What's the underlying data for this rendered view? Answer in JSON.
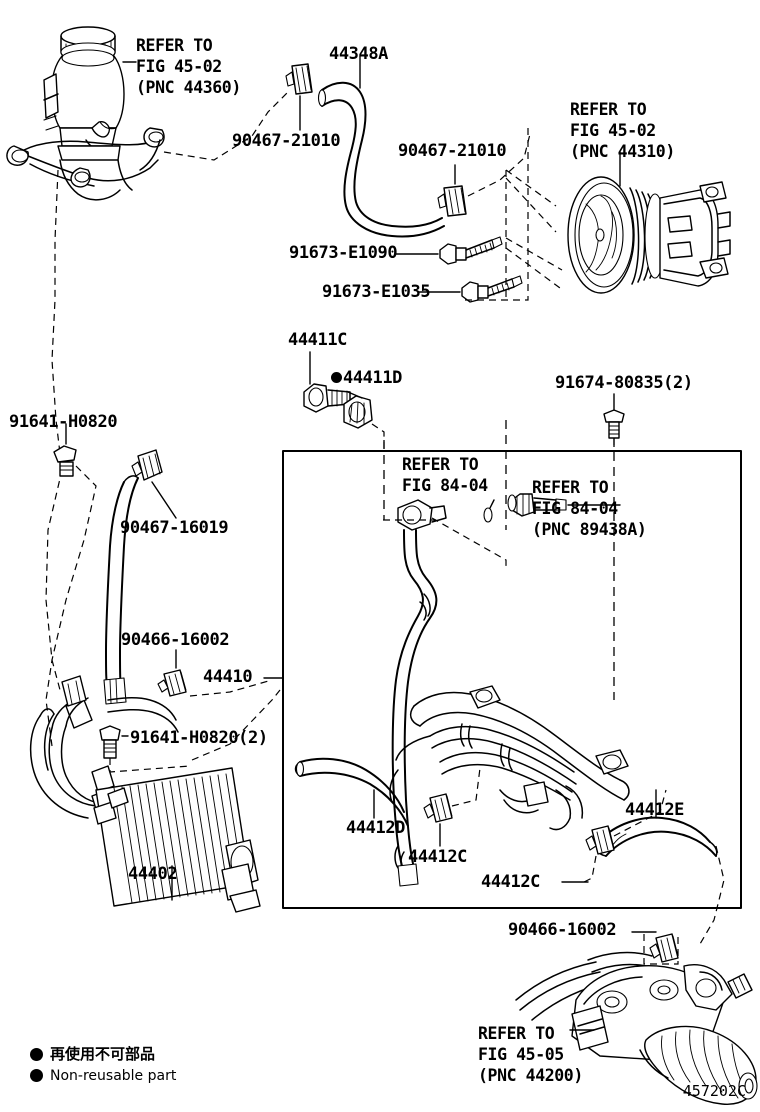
{
  "diagram": {
    "title": "Power Steering Tube / Oil Cooler",
    "figure_code": "457202C",
    "line_color": "#000000",
    "background_color": "#ffffff"
  },
  "labels": {
    "refer_reservoir": "REFER TO\nFIG 45-02\n(PNC 44360)",
    "clamp_top_left": "90467-21010",
    "hose_44348a": "44348A",
    "clamp_top_mid": "90467-21010",
    "refer_pump": "REFER TO\nFIG 45-02\n(PNC 44310)",
    "bolt_e1090": "91673-E1090",
    "bolt_e1035": "91673-E1035",
    "union_44411c": "44411C",
    "nut_44411d": "44411D",
    "bolt_91674": "91674-80835(2)",
    "bolt_h0820": "91641-H0820",
    "clamp_16019": "90467-16019",
    "clamp_16002_left": "90466-16002",
    "tube_44410": "44410",
    "bolt_h0820_2": "91641-H0820(2)",
    "cooler_44402": "44402",
    "refer_8404_a": "REFER TO\nFIG 84-04",
    "refer_8404_b": "REFER TO\nFIG 84-04\n(PNC 89438A)",
    "hose_44412d": "44412D",
    "clamp_44412c_mid": "44412C",
    "hose_44412e": "44412E",
    "clamp_44412c_right": "44412C",
    "clamp_16002_bottom": "90466-16002",
    "refer_gear": "REFER TO\nFIG 45-05\n(PNC 44200)"
  },
  "legend": {
    "japanese": "再使用不可部品",
    "english": "Non-reusable part"
  },
  "parts_list": [
    {
      "number": "44348A",
      "type": "hose"
    },
    {
      "number": "44402",
      "type": "oil-cooler"
    },
    {
      "number": "44410",
      "type": "pressure-tube"
    },
    {
      "number": "44411C",
      "type": "union"
    },
    {
      "number": "44411D",
      "type": "gasket",
      "non_reusable": true
    },
    {
      "number": "44412C",
      "type": "clamp"
    },
    {
      "number": "44412D",
      "type": "hose"
    },
    {
      "number": "44412E",
      "type": "hose"
    },
    {
      "number": "90466-16002",
      "type": "clamp"
    },
    {
      "number": "90467-16019",
      "type": "clamp"
    },
    {
      "number": "90467-21010",
      "type": "clamp"
    },
    {
      "number": "91641-H0820",
      "type": "bolt"
    },
    {
      "number": "91673-E1035",
      "type": "bolt"
    },
    {
      "number": "91673-E1090",
      "type": "bolt"
    },
    {
      "number": "91674-80835",
      "type": "bolt"
    }
  ]
}
